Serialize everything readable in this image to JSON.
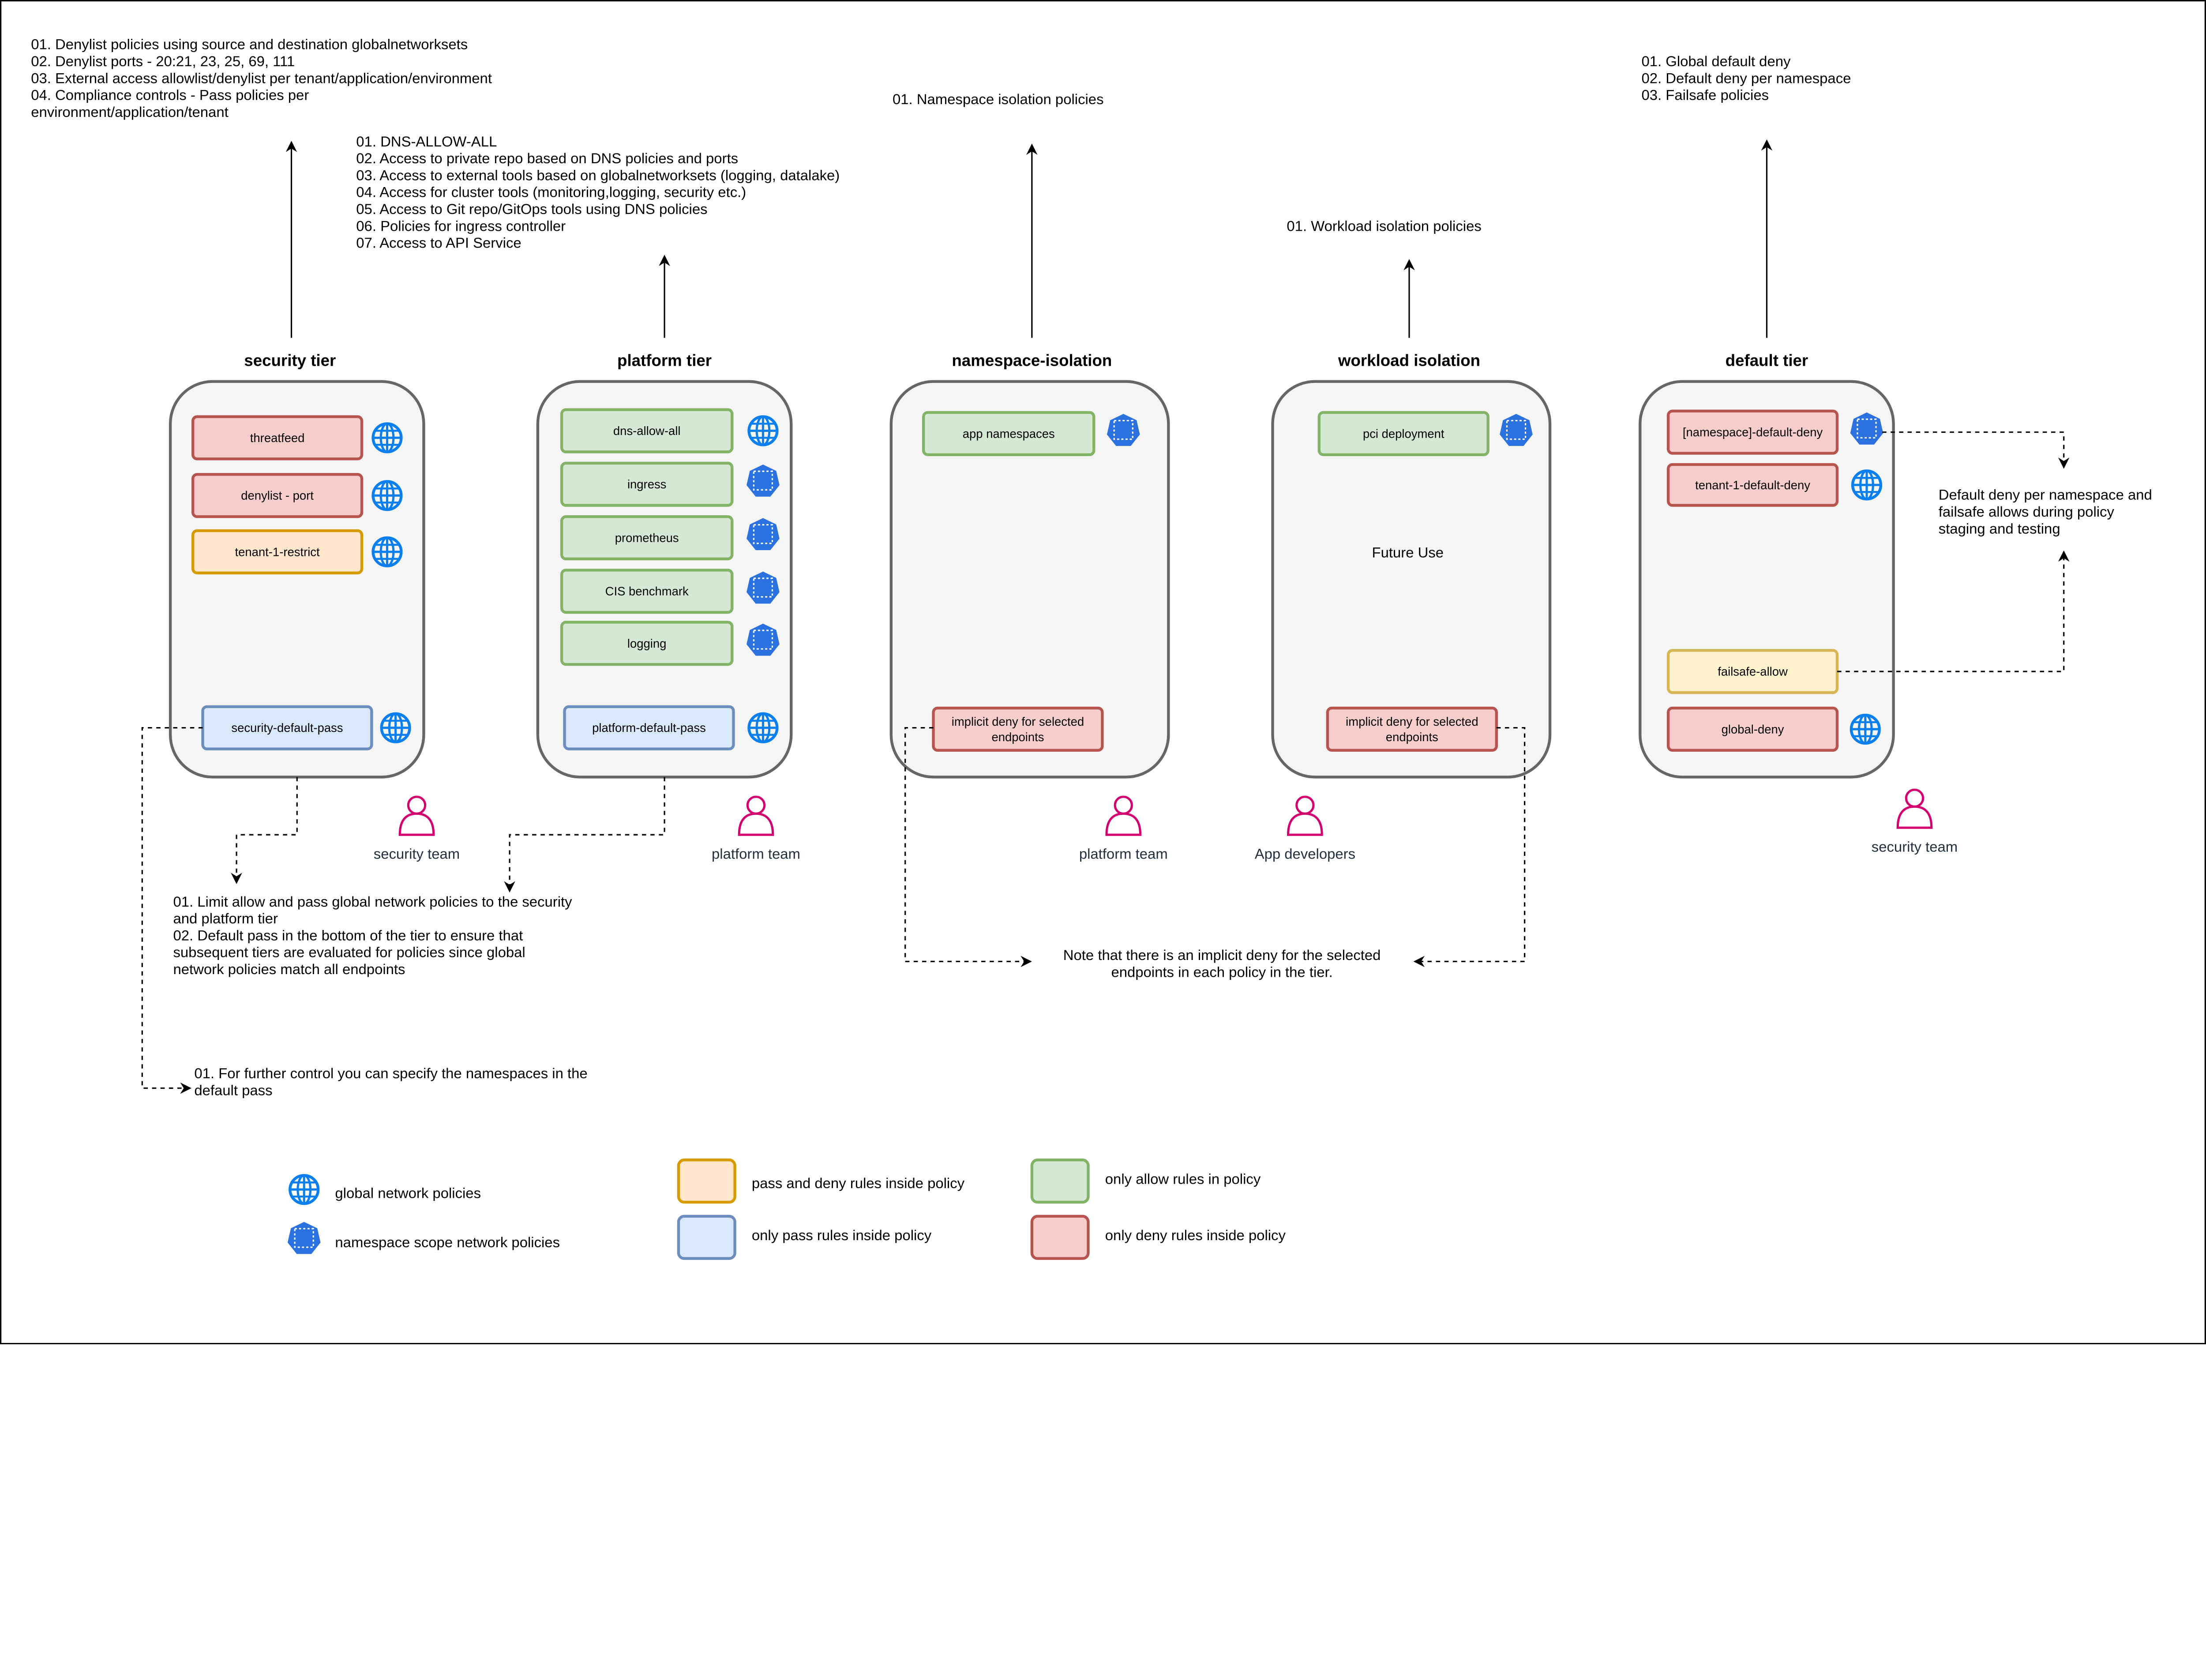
{
  "colors": {
    "deny": {
      "fill": "#f8cecc",
      "stroke": "#b85450"
    },
    "allow": {
      "fill": "#d5e8d4",
      "stroke": "#82b366"
    },
    "pass": {
      "fill": "#dae8fc",
      "stroke": "#6c8ebf"
    },
    "pass_deny": {
      "fill": "#ffe6cc",
      "stroke": "#d79b00"
    },
    "failsafe": {
      "fill": "#fff2cc",
      "stroke": "#d6b656"
    },
    "tier_fill": "#f5f5f5",
    "tier_stroke": "#666666",
    "globe": "#0a7ff0",
    "namespace_icon": "#2b72e0",
    "person": "#d4006f"
  },
  "notes": {
    "security": [
      "01. Denylist policies using source and destination globalnetworksets",
      "02. Denylist ports - 20:21, 23, 25, 69, 111",
      "03. External access allowlist/denylist per tenant/application/environment",
      "04. Compliance controls - Pass policies per",
      "environment/application/tenant"
    ],
    "platform": [
      "01. DNS-ALLOW-ALL",
      "02. Access to private repo based on DNS policies and ports",
      "03. Access to external tools based on globalnetworksets (logging, datalake)",
      "04. Access for cluster tools (monitoring,logging, security etc.)",
      "05. Access to Git repo/GitOps tools using DNS policies",
      "06. Policies for ingress controller",
      "07. Access to API Service"
    ],
    "namespace": [
      "01. Namespace isolation policies"
    ],
    "workload": [
      "01. Workload isolation policies"
    ],
    "default": [
      "01. Global default deny",
      "02. Default deny per namespace",
      "03. Failsafe policies"
    ],
    "pass_tiers": [
      "01. Limit allow and pass global network policies to the security",
      "and platform tier",
      "02. Default pass in the bottom of the tier to ensure that",
      "subsequent tiers are evaluated for policies since global",
      "network policies match all endpoints"
    ],
    "default_pass": [
      "01. For further control you can specify the namespaces in the",
      "default pass"
    ],
    "implicit_deny": [
      "Note that there is an implicit deny for the selected",
      "endpoints in each policy in the tier."
    ],
    "default_tier": [
      "Default deny per namespace and",
      "failsafe allows during policy",
      "staging and testing"
    ]
  },
  "tiers": [
    {
      "title": "security tier",
      "team": "security team",
      "policies": [
        {
          "label": "threatfeed",
          "type": "deny",
          "scope": "global"
        },
        {
          "label": "denylist - port",
          "type": "deny",
          "scope": "global"
        },
        {
          "label": "tenant-1-restrict",
          "type": "pass_deny",
          "scope": "global"
        },
        {
          "label": "security-default-pass",
          "type": "pass",
          "scope": "global"
        }
      ]
    },
    {
      "title": "platform tier",
      "team": "platform team",
      "policies": [
        {
          "label": "dns-allow-all",
          "type": "allow",
          "scope": "global"
        },
        {
          "label": "ingress",
          "type": "allow",
          "scope": "namespace"
        },
        {
          "label": "prometheus",
          "type": "allow",
          "scope": "namespace"
        },
        {
          "label": "CIS benchmark",
          "type": "allow",
          "scope": "namespace"
        },
        {
          "label": "logging",
          "type": "allow",
          "scope": "namespace"
        },
        {
          "label": "platform-default-pass",
          "type": "pass",
          "scope": "global"
        }
      ]
    },
    {
      "title": "namespace-isolation",
      "team": "platform team",
      "policies": [
        {
          "label": "app namespaces",
          "type": "allow",
          "scope": "namespace"
        },
        {
          "label": "implicit deny for selected\nendpoints",
          "type": "deny",
          "scope": ""
        }
      ]
    },
    {
      "title": "workload isolation",
      "team": "App developers",
      "future_use": "Future Use",
      "policies": [
        {
          "label": "pci deployment",
          "type": "allow",
          "scope": "namespace"
        },
        {
          "label": "implicit deny for selected\nendpoints",
          "type": "deny",
          "scope": ""
        }
      ]
    },
    {
      "title": "default tier",
      "team": "security team",
      "policies": [
        {
          "label": "[namespace]-default-deny",
          "type": "deny",
          "scope": "namespace"
        },
        {
          "label": "tenant-1-default-deny",
          "type": "deny",
          "scope": "global"
        },
        {
          "label": "failsafe-allow",
          "type": "failsafe",
          "scope": ""
        },
        {
          "label": "global-deny",
          "type": "deny",
          "scope": "global"
        }
      ]
    }
  ],
  "legend": {
    "global": "global network policies",
    "namespace": "namespace scope network policies",
    "pass_deny": "pass and deny rules inside policy",
    "pass": "only pass rules inside policy",
    "allow": "only allow rules in policy",
    "deny": "only deny rules inside policy"
  }
}
